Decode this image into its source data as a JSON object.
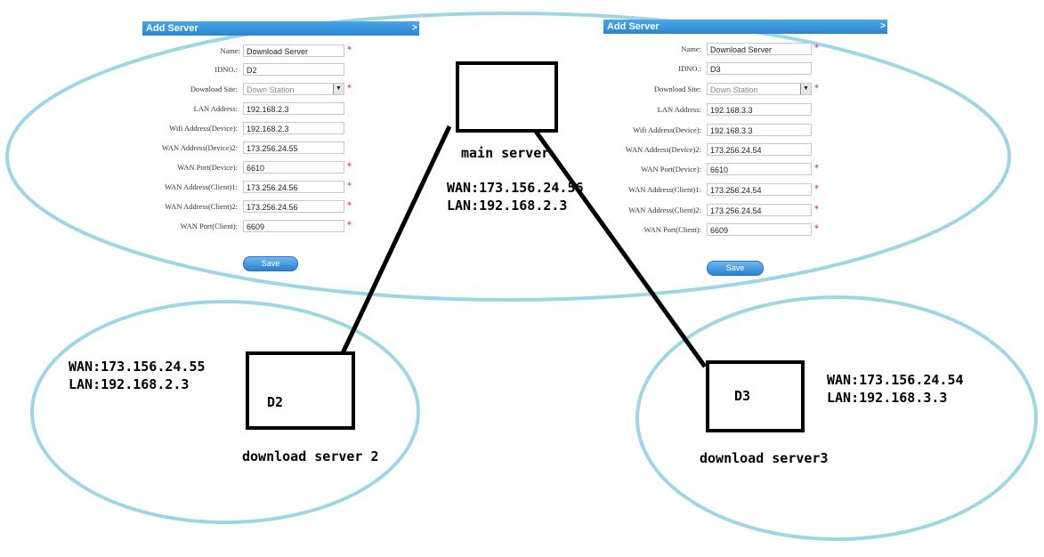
{
  "colors": {
    "ellipse": "#9fd6e6",
    "header": "#3d9ae0",
    "required": "#e03030"
  },
  "panel_left": {
    "title": "Add Server",
    "close": ">",
    "name_label": "Name:",
    "name_value": "Download Server",
    "idno_label": "IDNO.:",
    "idno_value": "D2",
    "site_label": "Download Site:",
    "site_value": "Down Station",
    "lan_label": "LAN Address:",
    "lan_value": "192.168.2.3",
    "wifi_label": "Wifi Address(Device):",
    "wifi_value": "192.168.2.3",
    "wan_dev2_label": "WAN Address(Device)2:",
    "wan_dev2_value": "173.256.24.55",
    "wan_port_dev_label": "WAN Port(Device):",
    "wan_port_dev_value": "6610",
    "wan_cli1_label": "WAN Address(Client)1:",
    "wan_cli1_value": "173.256.24.56",
    "wan_cli2_label": "WAN Address(Client)2:",
    "wan_cli2_value": "173.256.24.56",
    "wan_port_cli_label": "WAN Port(Client):",
    "wan_port_cli_value": "6609",
    "save_label": "Save",
    "required_mark": "*"
  },
  "panel_right": {
    "title": "Add Server",
    "close": ">",
    "name_label": "Name:",
    "name_value": "Download Server",
    "idno_label": "IDNO.:",
    "idno_value": "D3",
    "site_label": "Download Site:",
    "site_value": "Down Station",
    "lan_label": "LAN Address:",
    "lan_value": "192.168.3.3",
    "wifi_label": "Wifi Address(Device):",
    "wifi_value": "192.168.3.3",
    "wan_dev2_label": "WAN Address(Device)2:",
    "wan_dev2_value": "173.256.24.54",
    "wan_port_dev_label": "WAN Port(Device):",
    "wan_port_dev_value": "6610",
    "wan_cli1_label": "WAN Address(Client)1:",
    "wan_cli1_value": "173.256.24.54",
    "wan_cli2_label": "WAN Address(Client)2:",
    "wan_cli2_value": "173.256.24.54",
    "wan_port_cli_label": "WAN Port(Client):",
    "wan_port_cli_value": "6609",
    "save_label": "Save",
    "required_mark": "*"
  },
  "main_server": {
    "label": "main server",
    "wan": "WAN:173.156.24.56",
    "lan": "LAN:192.168.2.3"
  },
  "server_d2": {
    "box_label": "D2",
    "caption": "download server 2",
    "wan": "WAN:173.156.24.55",
    "lan": "LAN:192.168.2.3"
  },
  "server_d3": {
    "box_label": "D3",
    "caption": "download server3",
    "wan": "WAN:173.156.24.54",
    "lan": "LAN:192.168.3.3"
  }
}
